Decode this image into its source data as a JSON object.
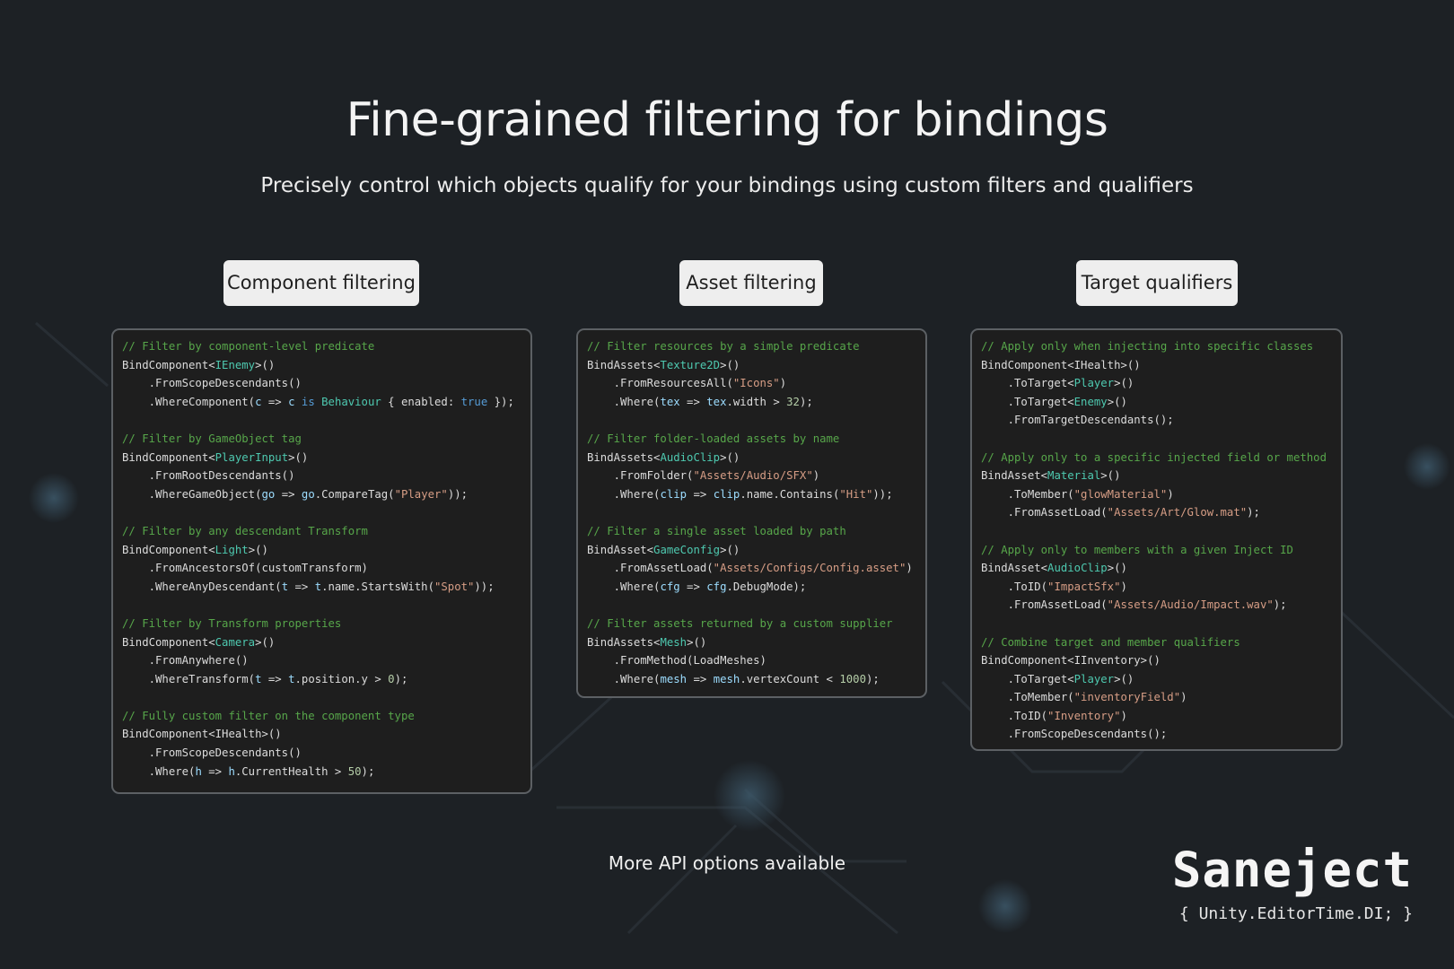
{
  "header": {
    "title": "Fine-grained filtering for bindings",
    "subtitle": "Precisely control which objects qualify for your bindings using custom filters and qualifiers"
  },
  "columns": [
    {
      "label": "Component filtering",
      "code": [
        "// Filter by component-level predicate",
        "BindComponent<IEnemy>()",
        "    .FromScopeDescendants()",
        "    .WhereComponent(c => c is Behaviour { enabled: true });",
        "",
        "// Filter by GameObject tag",
        "BindComponent<PlayerInput>()",
        "    .FromRootDescendants()",
        "    .WhereGameObject(go => go.CompareTag(\"Player\"));",
        "",
        "// Filter by any descendant Transform",
        "BindComponent<Light>()",
        "    .FromAncestorsOf(customTransform)",
        "    .WhereAnyDescendant(t => t.name.StartsWith(\"Spot\"));",
        "",
        "// Filter by Transform properties",
        "BindComponent<Camera>()",
        "    .FromAnywhere()",
        "    .WhereTransform(t => t.position.y > 0);",
        "",
        "// Fully custom filter on the component type",
        "BindComponent<IHealth>()",
        "    .FromScopeDescendants()",
        "    .Where(h => h.CurrentHealth > 50);"
      ]
    },
    {
      "label": "Asset filtering",
      "code": [
        "// Filter resources by a simple predicate",
        "BindAssets<Texture2D>()",
        "    .FromResourcesAll(\"Icons\")",
        "    .Where(tex => tex.width > 32);",
        "",
        "// Filter folder-loaded assets by name",
        "BindAssets<AudioClip>()",
        "    .FromFolder(\"Assets/Audio/SFX\")",
        "    .Where(clip => clip.name.Contains(\"Hit\"));",
        "",
        "// Filter a single asset loaded by path",
        "BindAsset<GameConfig>()",
        "    .FromAssetLoad(\"Assets/Configs/Config.asset\")",
        "    .Where(cfg => cfg.DebugMode);",
        "",
        "// Filter assets returned by a custom supplier",
        "BindAssets<Mesh>()",
        "    .FromMethod(LoadMeshes)",
        "    .Where(mesh => mesh.vertexCount < 1000);"
      ]
    },
    {
      "label": "Target qualifiers",
      "code": [
        "// Apply only when injecting into specific classes",
        "BindComponent<IHealth>()",
        "    .ToTarget<Player>()",
        "    .ToTarget<Enemy>()",
        "    .FromTargetDescendants();",
        "",
        "// Apply only to a specific injected field or method",
        "BindAsset<Material>()",
        "    .ToMember(\"glowMaterial\")",
        "    .FromAssetLoad(\"Assets/Art/Glow.mat\");",
        "",
        "// Apply only to members with a given Inject ID",
        "BindAsset<AudioClip>()",
        "    .ToID(\"ImpactSfx\")",
        "    .FromAssetLoad(\"Assets/Audio/Impact.wav\");",
        "",
        "// Combine target and member qualifiers",
        "BindComponent<IInventory>()",
        "    .ToTarget<Player>()",
        "    .ToMember(\"inventoryField\")",
        "    .ToID(\"Inventory\")",
        "    .FromScopeDescendants();"
      ]
    }
  ],
  "footer": {
    "note": "More API options available"
  },
  "brand": {
    "name": "Saneject",
    "tagline": "{ Unity.EditorTime.DI; }"
  },
  "colors": {
    "background": "#1d2125",
    "panel": "#1e1e1e",
    "comment": "#57a64a",
    "type": "#4ec9b0",
    "string": "#d69d85",
    "keyword": "#569cd6",
    "variable": "#9cdcfe",
    "number": "#b5cea8"
  }
}
